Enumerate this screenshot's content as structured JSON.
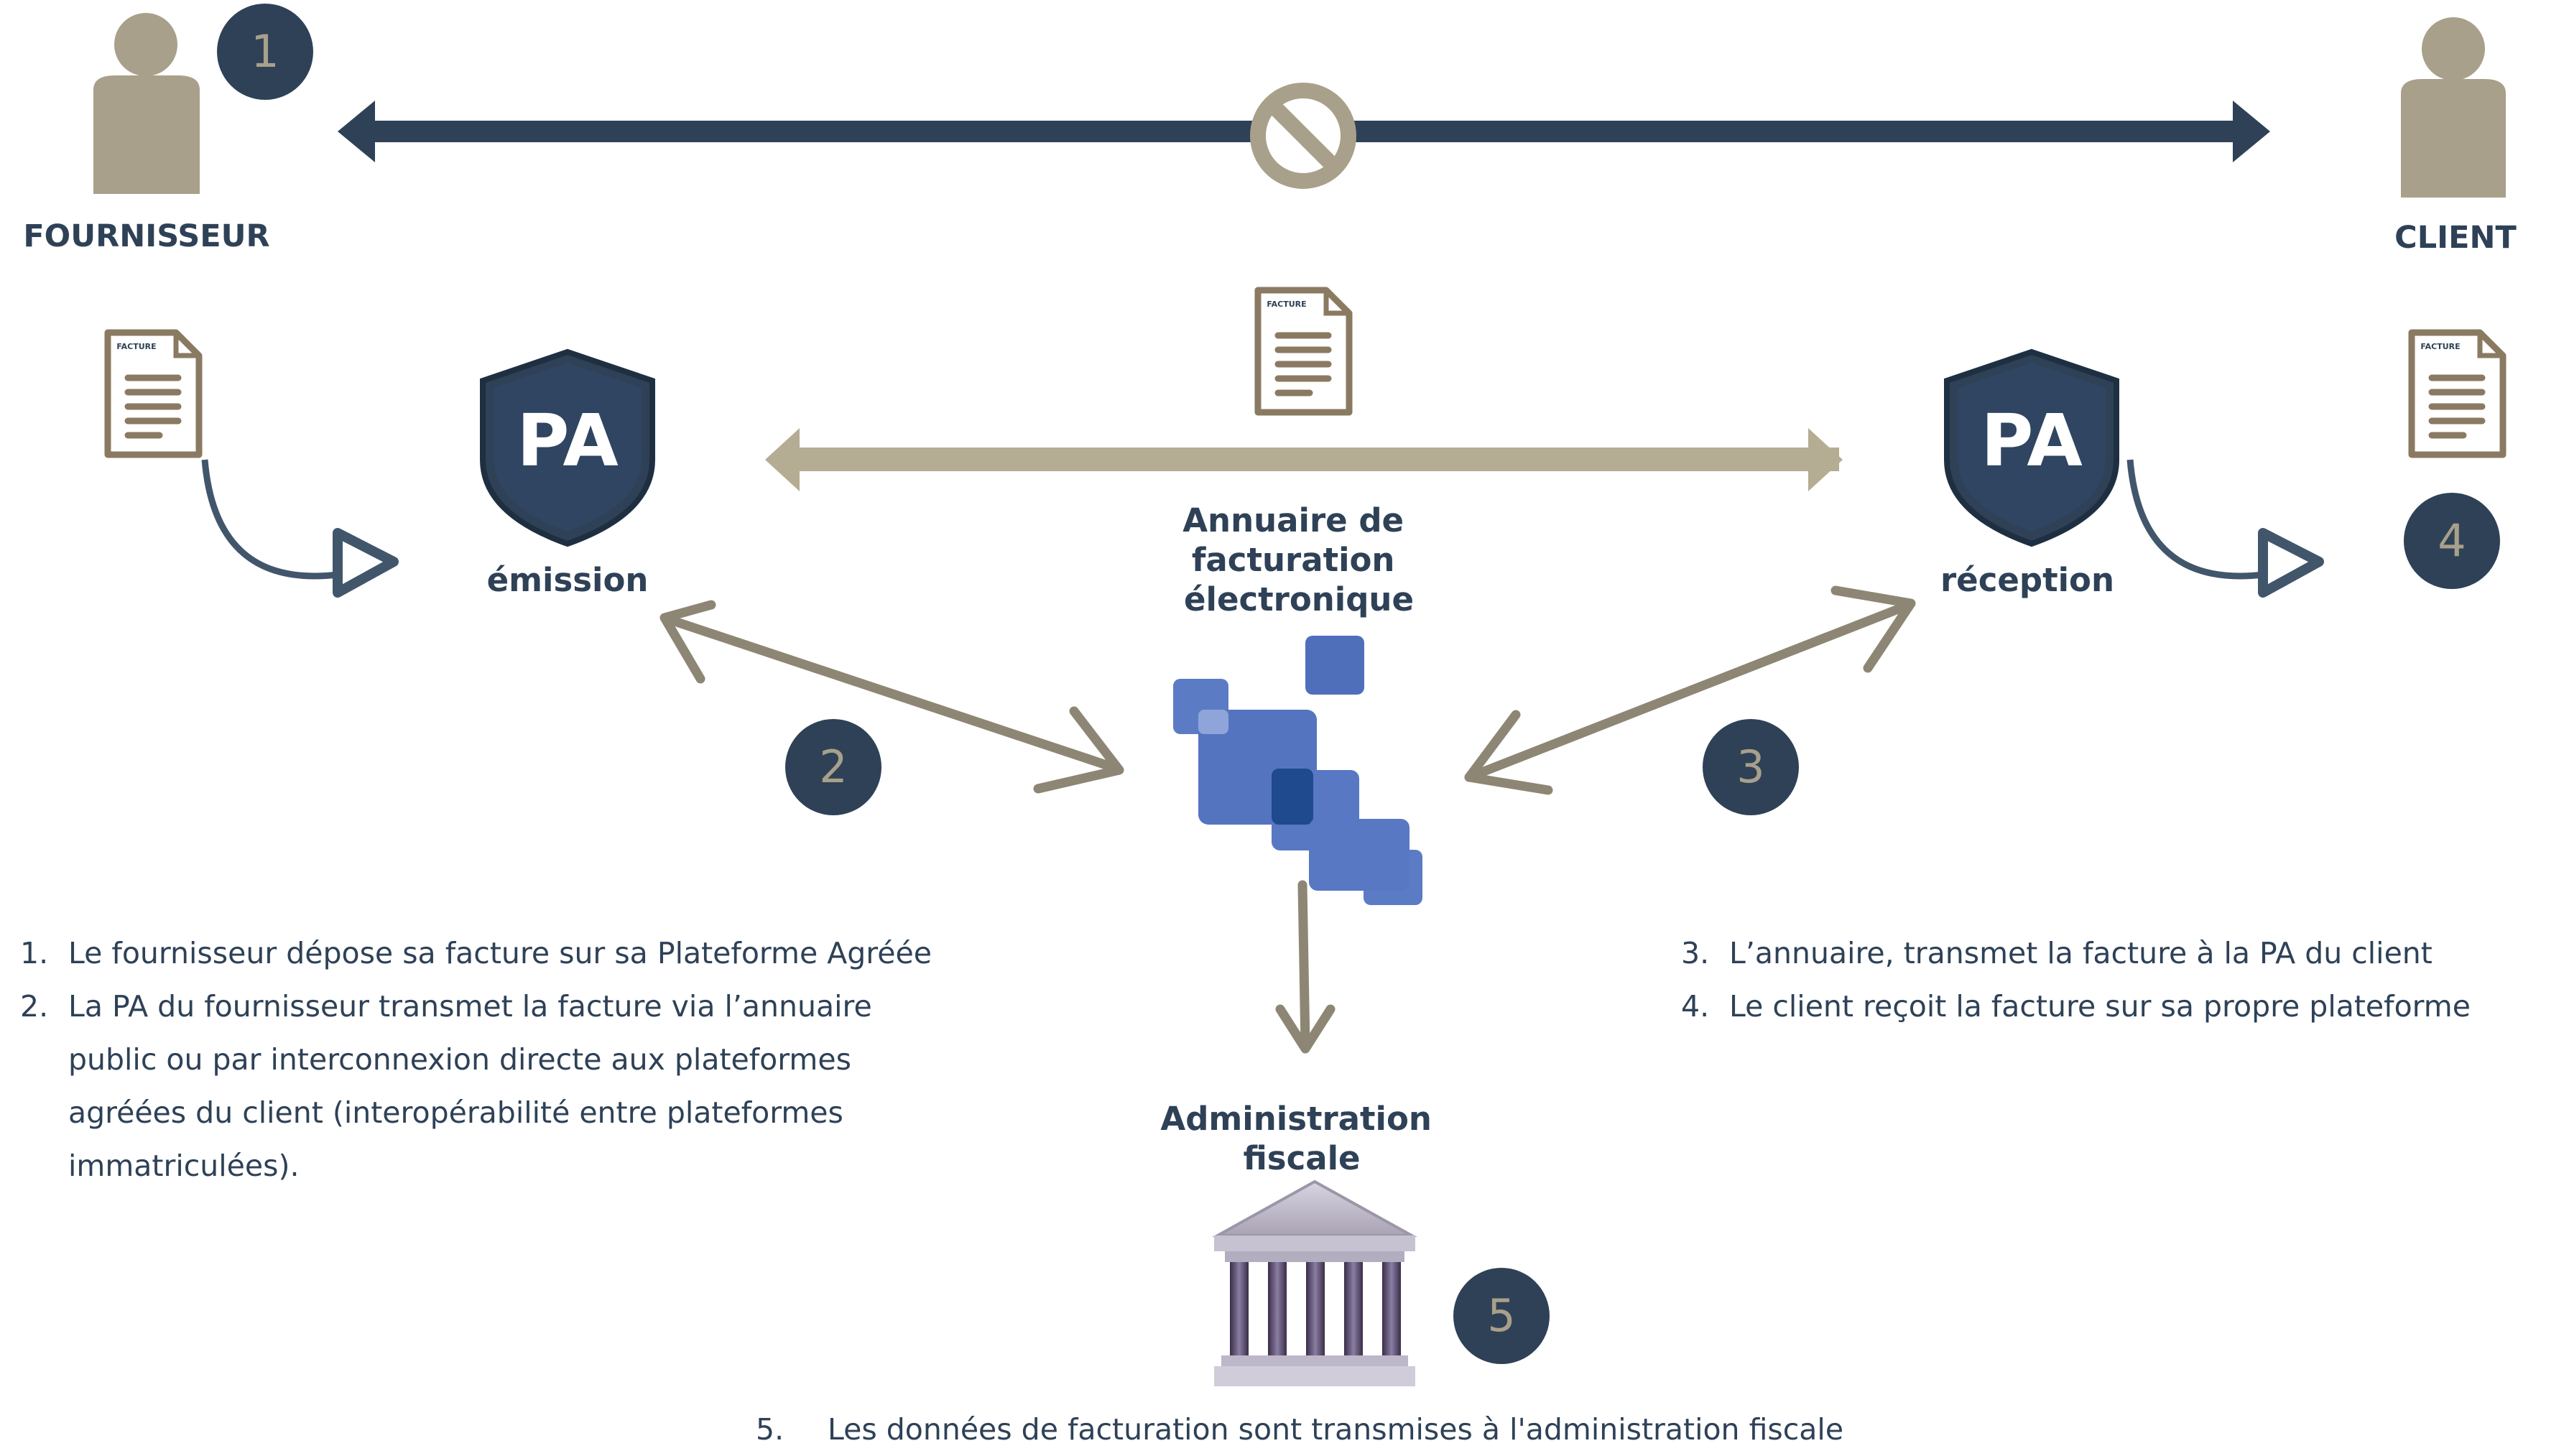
{
  "actors": {
    "supplier": "FOURNISSEUR",
    "client": "CLIENT"
  },
  "platforms": {
    "badge_text": "PA",
    "emission": "émission",
    "reception": "réception"
  },
  "invoice_label": "FACTURE",
  "directory_label": "Annuaire de\nfacturation\nélectronique",
  "tax_admin_label": "Administration\nfiscale",
  "step_badges": [
    "1",
    "2",
    "3",
    "4",
    "5"
  ],
  "steps_left": [
    {
      "num": "1.",
      "text": "Le fournisseur dépose sa facture sur sa Plateforme Agréée"
    },
    {
      "num": "2.",
      "text": "La PA du fournisseur transmet la facture via l’annuaire public ou par interconnexion directe aux plateformes agréées du client (interopérabilité entre plateformes immatriculées)."
    }
  ],
  "steps_right": [
    {
      "num": "3.",
      "text": "L’annuaire, transmet la facture à la PA du client"
    },
    {
      "num": "4.",
      "text": "Le client reçoit la facture sur sa propre plateforme"
    }
  ],
  "steps_bottom": [
    {
      "num": "5.",
      "text": "Les données de facturation sont transmises à l'administration fiscale"
    }
  ],
  "colors": {
    "navy": "#2e4157",
    "taupe": "#a8a08a",
    "arrow_taupe": "#8e8674",
    "blue": "#4f6fba",
    "light_taupe": "#b5ac94"
  },
  "icons": [
    "person-icon",
    "no-entry-icon",
    "document-icon",
    "shield-icon",
    "curved-arrow-icon",
    "directory-logo-icon",
    "bank-building-icon"
  ]
}
